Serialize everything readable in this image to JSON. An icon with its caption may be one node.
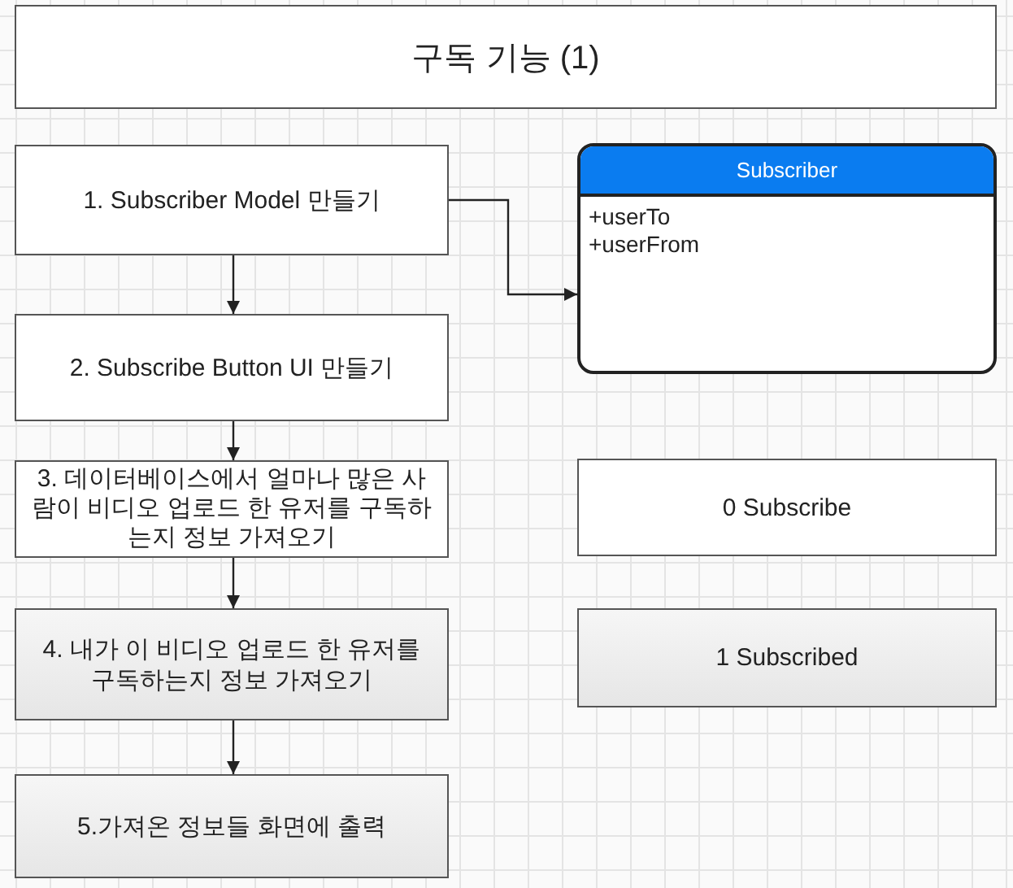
{
  "diagram": {
    "title": "구독 기능 (1)",
    "nodes": [
      {
        "text": [
          "1. Subscriber Model 만들기"
        ]
      },
      {
        "text": [
          "2. Subscribe Button UI 만들기"
        ]
      },
      {
        "text": [
          "3.  데이터베이스에서  얼마나 많은 사람이 비디오 업로드 한 유저를 구독하는지 정보 가져오기"
        ]
      },
      {
        "text": [
          "4. 내가 이 비디오 업로드 한 유저를 구독하는지 정보 가져오기"
        ]
      },
      {
        "text": [
          "5.가져온 정보들 화면에 출력"
        ]
      },
      {
        "text": [
          "Subscriber",
          "+userTo",
          "+userFrom"
        ]
      },
      {
        "text": [
          "0 Subscribe"
        ]
      },
      {
        "text": [
          "1 Subscribed"
        ]
      }
    ],
    "edges": [
      {
        "from": 0,
        "to": 1,
        "arrow": "to"
      },
      {
        "from": 1,
        "to": 2,
        "arrow": "to"
      },
      {
        "from": 2,
        "to": 3,
        "arrow": "to"
      },
      {
        "from": 3,
        "to": 4,
        "arrow": "to"
      },
      {
        "from": 0,
        "to": 5,
        "arrow": "to"
      }
    ]
  }
}
